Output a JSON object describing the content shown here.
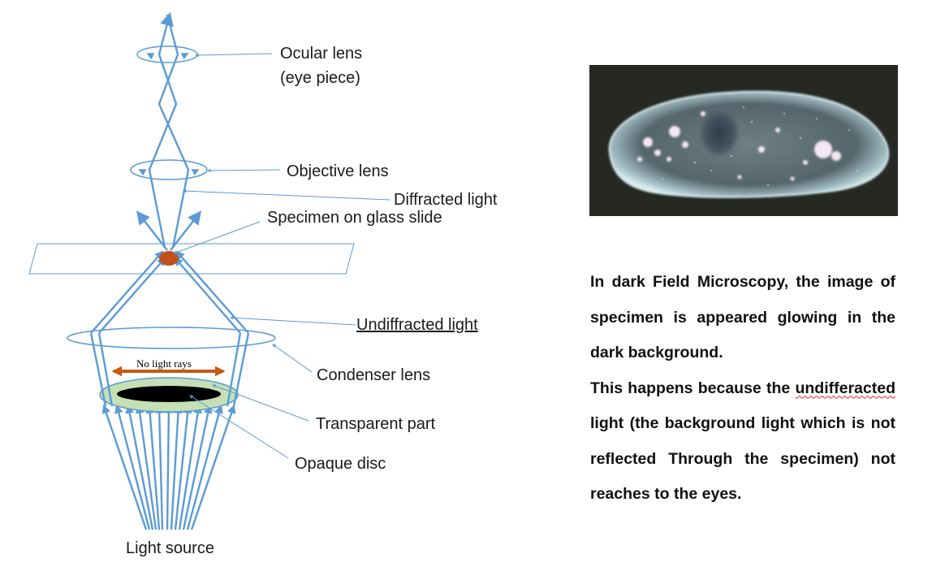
{
  "diagram": {
    "labels": {
      "ocular_1": "Ocular lens",
      "ocular_2": "(eye piece)",
      "objective": "Objective lens",
      "diffracted": "Diffracted light",
      "specimen": "Specimen on glass slide",
      "undiffracted": "Undiffracted light",
      "no_light": "No light rays",
      "condenser": "Condenser lens",
      "transparent": "Transparent part",
      "opaque": "Opaque disc",
      "light_source": "Light source"
    },
    "colors": {
      "ray": "#5b9bd5",
      "specimen": "#c0501e",
      "arrow": "#c55a11",
      "transparent_ring": "#c5e0b4",
      "opaque": "#000000"
    }
  },
  "caption": {
    "line1": "In dark Field Microscopy, the image of specimen is appeared glowing in the dark background.",
    "line2_a": "This happens because the",
    "line2_u": "undifferacted",
    "line2_b": " light (the background light which is not reflected Through the specimen) not reaches to the eyes."
  }
}
